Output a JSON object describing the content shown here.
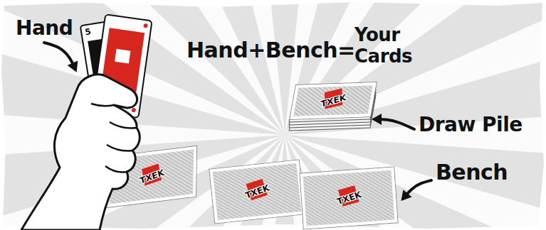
{
  "diagram": {
    "nodes": [
      {
        "text": [
          "5"
        ]
      },
      {
        "text": [
          "TXEK"
        ]
      },
      {
        "text": [
          "TXEK"
        ]
      },
      {
        "text": [
          "TXEK"
        ]
      },
      {
        "text": [
          "TXEK"
        ]
      }
    ],
    "labels": [
      "Hand",
      "Hand+Bench=",
      "Your Cards",
      "Draw Pile",
      "Bench"
    ]
  }
}
